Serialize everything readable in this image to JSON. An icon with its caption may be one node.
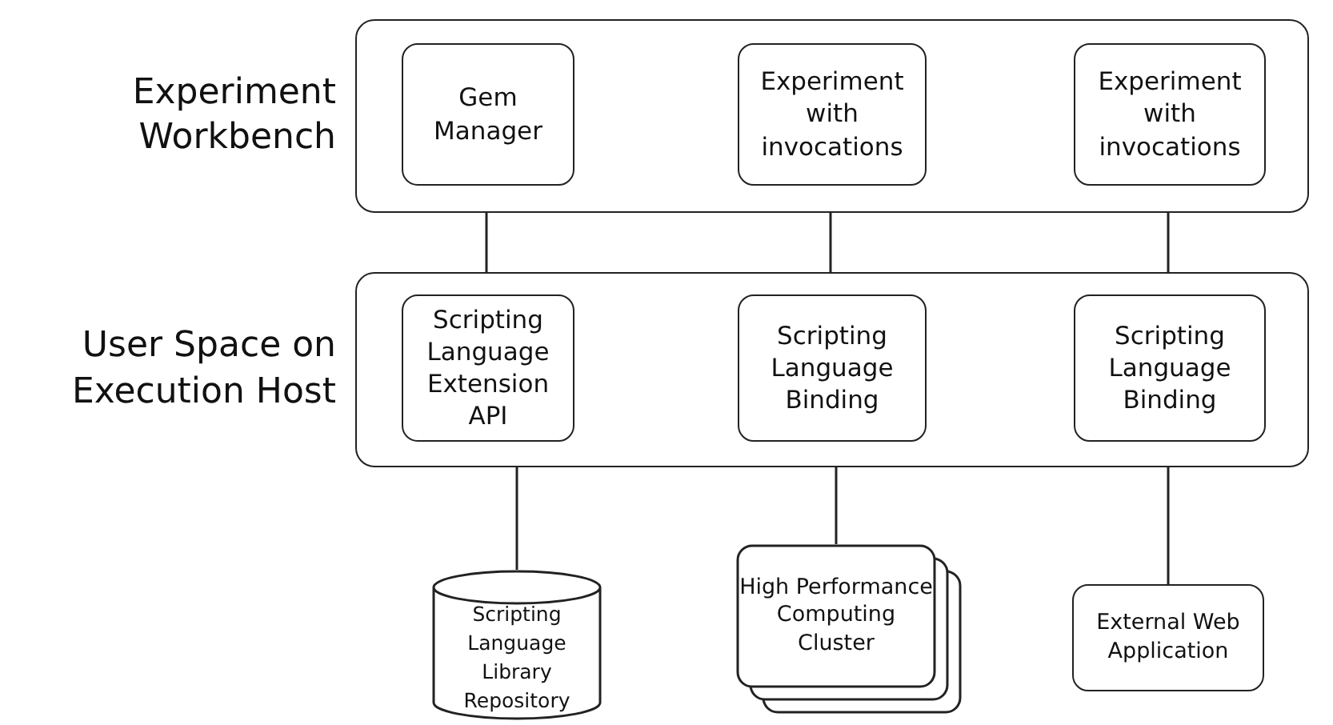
{
  "diagram": {
    "nodes": [
      {
        "text": [
          "Experiment Workbench"
        ]
      },
      {
        "text": [
          "Gem Manager"
        ],
        "in": 0
      },
      {
        "text": [
          "Experiment with invocations"
        ],
        "in": 0
      },
      {
        "text": [
          "Experiment with invocations"
        ],
        "in": 0
      },
      {
        "text": [
          "User Space on Execution Host"
        ]
      },
      {
        "text": [
          "Scripting Language Extension API"
        ],
        "in": 4
      },
      {
        "text": [
          "Scripting Language Binding"
        ],
        "in": 4
      },
      {
        "text": [
          "Scripting Language Binding"
        ],
        "in": 4
      },
      {
        "text": [
          "Scripting Language Library Repository"
        ]
      },
      {
        "text": [
          "High Performance Computing Cluster"
        ]
      },
      {
        "text": [
          "External Web Application"
        ]
      }
    ],
    "edges": [
      {
        "from": 1,
        "to": 5,
        "arrow": "none"
      },
      {
        "from": 2,
        "to": 6,
        "arrow": "none"
      },
      {
        "from": 3,
        "to": 7,
        "arrow": "none"
      },
      {
        "from": 5,
        "to": 8,
        "arrow": "none"
      },
      {
        "from": 6,
        "to": 9,
        "arrow": "none"
      },
      {
        "from": 7,
        "to": 10,
        "arrow": "none"
      }
    ]
  }
}
